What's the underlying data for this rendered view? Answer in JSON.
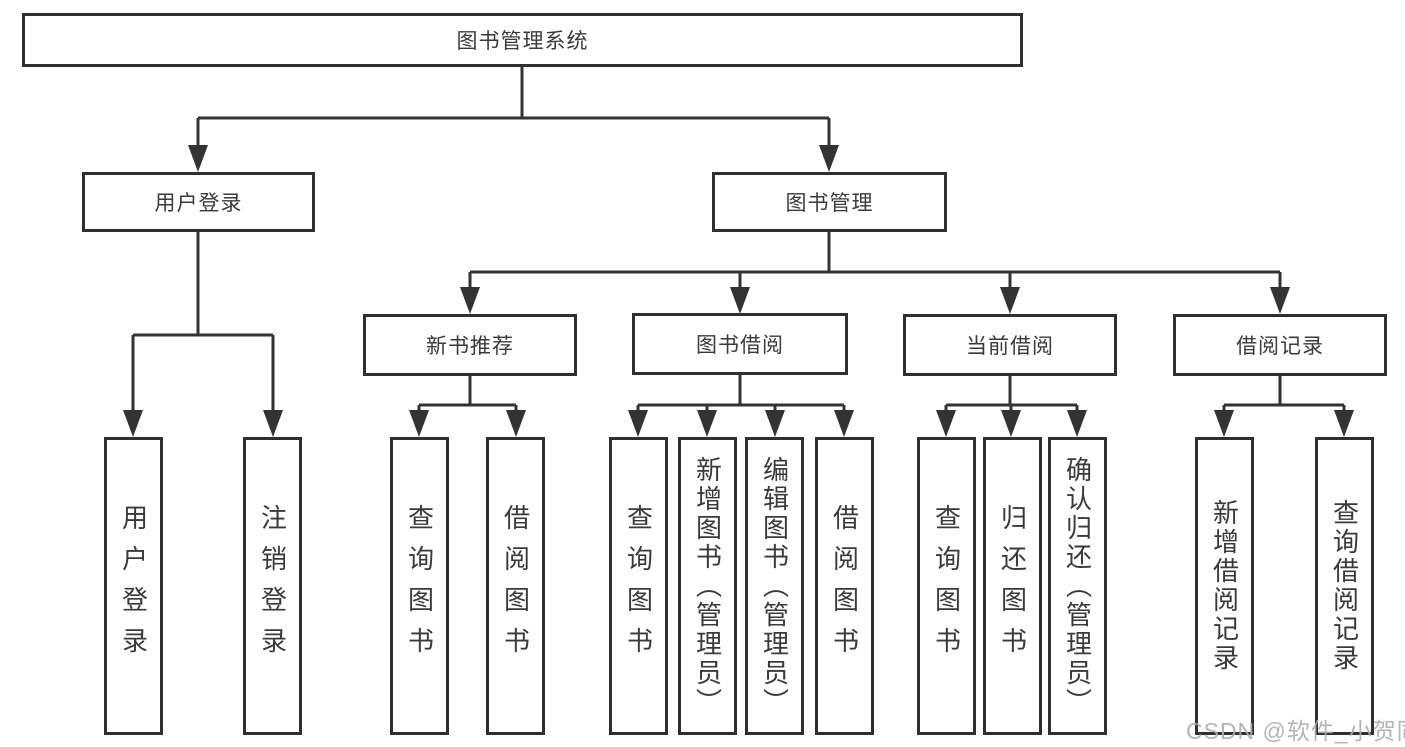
{
  "diagram": {
    "title": "图书管理系统",
    "tree": {
      "root": {
        "label": "图书管理系统"
      },
      "level2": [
        {
          "id": "user-login",
          "label": "用户登录"
        },
        {
          "id": "book-management",
          "label": "图书管理"
        }
      ],
      "level3": [
        {
          "id": "new-book-recommend",
          "label": "新书推荐"
        },
        {
          "id": "book-borrow",
          "label": "图书借阅"
        },
        {
          "id": "current-borrow",
          "label": "当前借阅"
        },
        {
          "id": "borrow-records",
          "label": "借阅记录"
        }
      ],
      "leaves": {
        "user_login": [
          "用户登录",
          "注销登录"
        ],
        "new_book_recommend": [
          "查询图书",
          "借阅图书"
        ],
        "book_borrow": [
          "查询图书",
          "新增图书（管理员）",
          "编辑图书（管理员）",
          "借阅图书"
        ],
        "current_borrow": [
          "查询图书",
          "归还图书",
          "确认归还（管理员）"
        ],
        "borrow_records": [
          "新增借阅记录",
          "查询借阅记录"
        ]
      }
    }
  },
  "watermark": "CSDN @软件_小贺同学",
  "colors": {
    "line": "#333333",
    "box_border": "#2f2f2f",
    "text": "#3a3a3a",
    "watermark": "#afafaf",
    "background": "#ffffff"
  }
}
